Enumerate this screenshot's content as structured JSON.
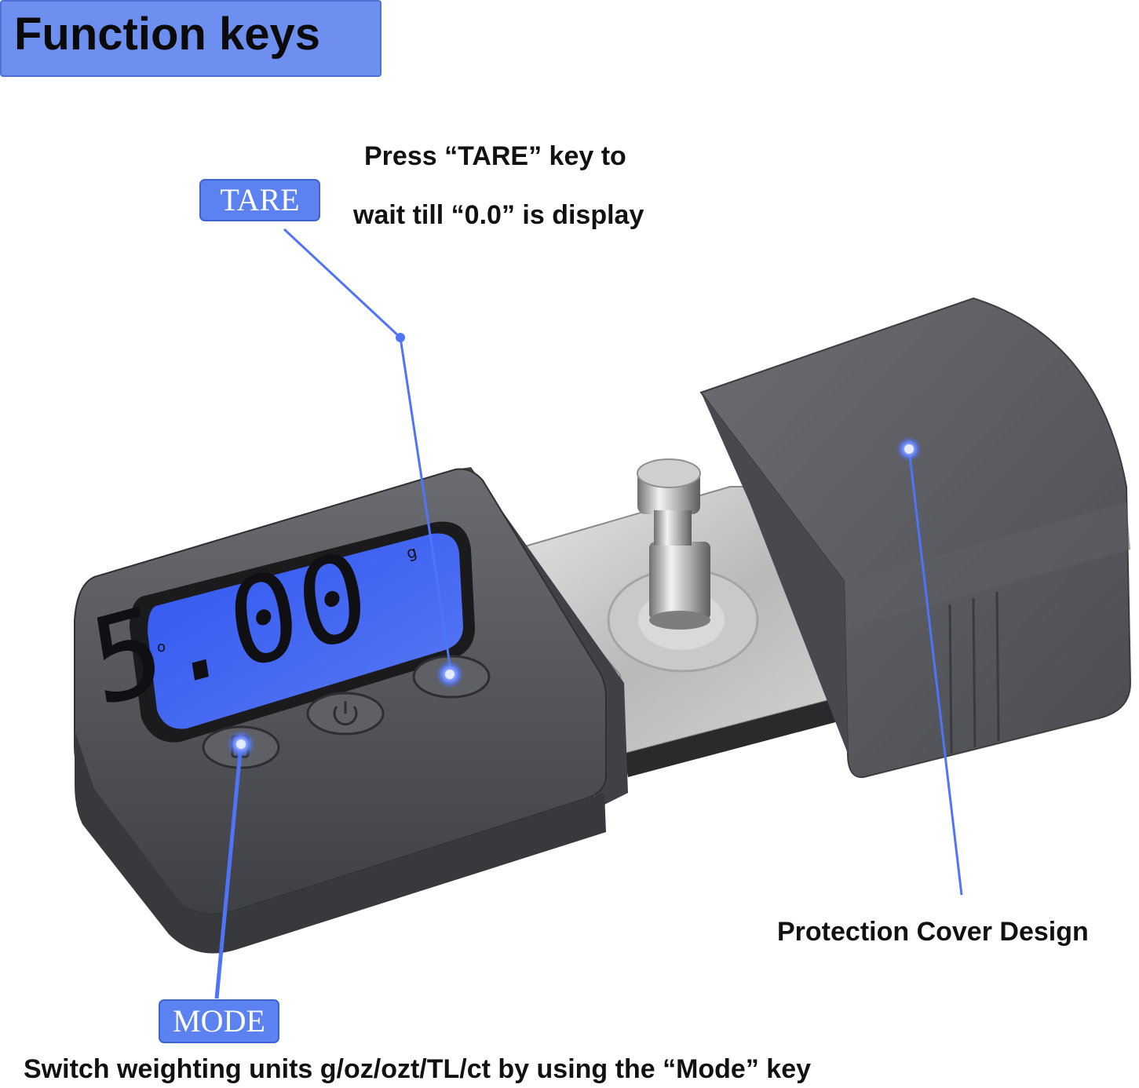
{
  "title": "Function keys",
  "tare": {
    "label": "TARE",
    "caption_line1": "Press “TARE” key to",
    "caption_line2": "wait till “0.0” is display"
  },
  "mode": {
    "label": "MODE",
    "caption": "Switch weighting units g/oz/ozt/TL/ct by using the “Mode” key"
  },
  "cover": {
    "caption": "Protection Cover Design"
  },
  "display": {
    "reading": "5.00",
    "unit": "g",
    "indicator": "o"
  },
  "colors": {
    "accent": "#5b82f0",
    "device_body": "#55575c",
    "lcd": "#3a5cf2",
    "pointer": "#4e74f7"
  },
  "icons": {
    "power_button": "power-icon",
    "mode_button": "square-icon"
  }
}
